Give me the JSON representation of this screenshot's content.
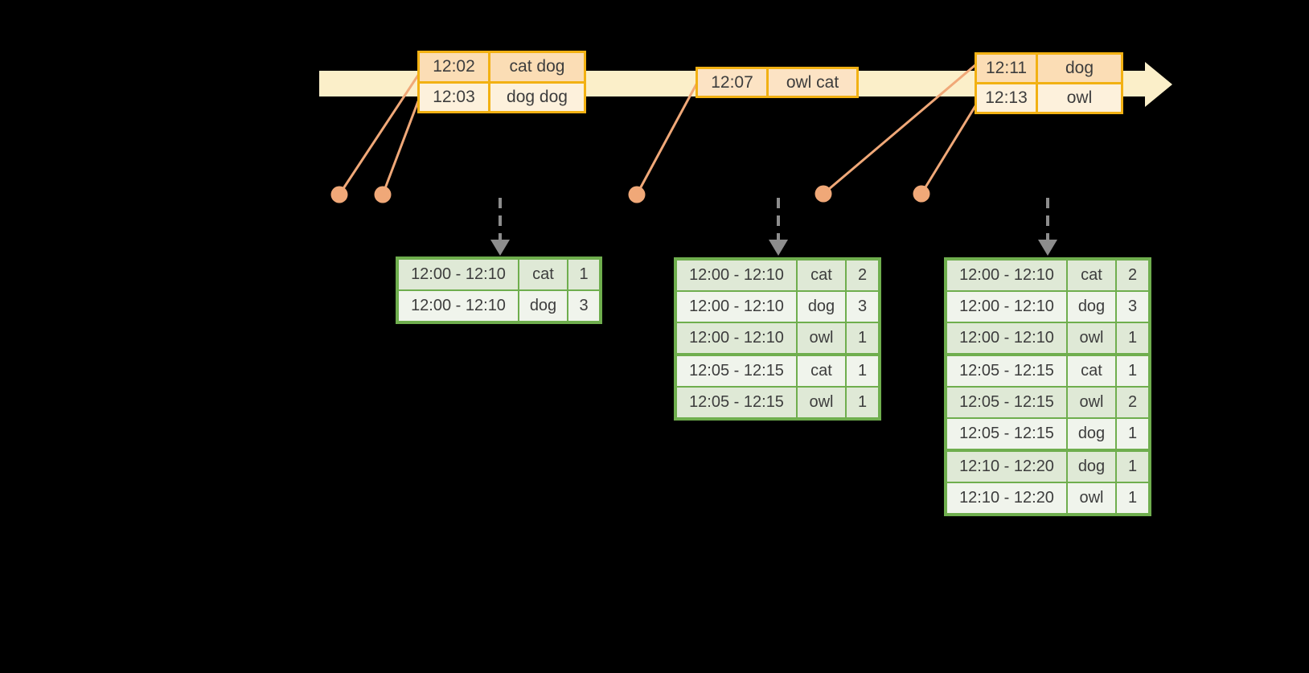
{
  "colors": {
    "background": "#000000",
    "timeline_band": "#fbefc9",
    "event_table_border": "#f2b113",
    "event_row_dark": "#fbddb5",
    "event_row_light": "#fdf1dc",
    "event_row_single": "#fce3c4",
    "connector_salmon": "#f0a878",
    "trigger_arrow_gray": "#8d8d8d",
    "result_table_border": "#6fae4e",
    "result_row_dark": "#dfe9d6",
    "result_row_light": "#f0f4ec",
    "text": "#3d3d3d"
  },
  "event_tables": [
    {
      "rows": [
        {
          "time": "12:02",
          "words": "cat dog"
        },
        {
          "time": "12:03",
          "words": "dog dog"
        }
      ]
    },
    {
      "rows": [
        {
          "time": "12:07",
          "words": "owl cat"
        }
      ]
    },
    {
      "rows": [
        {
          "time": "12:11",
          "words": "dog"
        },
        {
          "time": "12:13",
          "words": "owl"
        }
      ]
    }
  ],
  "result_tables": [
    {
      "groups": [
        [
          {
            "window": "12:00 - 12:10",
            "word": "cat",
            "count": "1"
          },
          {
            "window": "12:00 - 12:10",
            "word": "dog",
            "count": "3"
          }
        ]
      ]
    },
    {
      "groups": [
        [
          {
            "window": "12:00 - 12:10",
            "word": "cat",
            "count": "2"
          },
          {
            "window": "12:00 - 12:10",
            "word": "dog",
            "count": "3"
          },
          {
            "window": "12:00 - 12:10",
            "word": "owl",
            "count": "1"
          }
        ],
        [
          {
            "window": "12:05 - 12:15",
            "word": "cat",
            "count": "1"
          },
          {
            "window": "12:05 - 12:15",
            "word": "owl",
            "count": "1"
          }
        ]
      ]
    },
    {
      "groups": [
        [
          {
            "window": "12:00 - 12:10",
            "word": "cat",
            "count": "2"
          },
          {
            "window": "12:00 - 12:10",
            "word": "dog",
            "count": "3"
          },
          {
            "window": "12:00 - 12:10",
            "word": "owl",
            "count": "1"
          }
        ],
        [
          {
            "window": "12:05 - 12:15",
            "word": "cat",
            "count": "1"
          },
          {
            "window": "12:05 - 12:15",
            "word": "owl",
            "count": "2"
          },
          {
            "window": "12:05 - 12:15",
            "word": "dog",
            "count": "1"
          }
        ],
        [
          {
            "window": "12:10 - 12:20",
            "word": "dog",
            "count": "1"
          },
          {
            "window": "12:10 - 12:20",
            "word": "owl",
            "count": "1"
          }
        ]
      ]
    }
  ]
}
